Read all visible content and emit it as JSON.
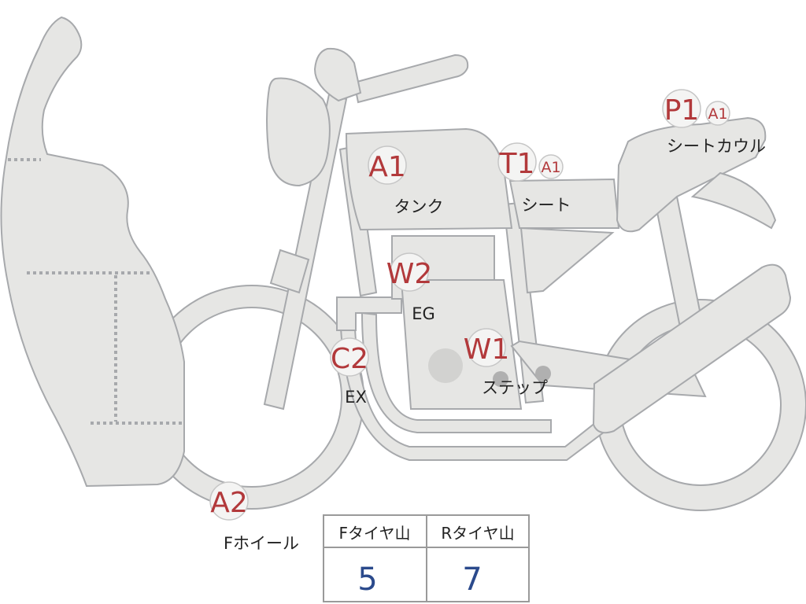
{
  "colors": {
    "part_fill": "#e6e6e4",
    "part_stroke": "#a7a9ac",
    "code_color": "#b2393b",
    "value_color": "#2b4a8c"
  },
  "markers": [
    {
      "id": "tank",
      "code": "A1",
      "sub": "",
      "label": "タンク"
    },
    {
      "id": "seat",
      "code": "T1",
      "sub": "A1",
      "label": "シート"
    },
    {
      "id": "seat-cowl",
      "code": "P1",
      "sub": "A1",
      "label": "シートカウル"
    },
    {
      "id": "engine",
      "code": "W2",
      "sub": "",
      "label": "EG"
    },
    {
      "id": "exhaust",
      "code": "C2",
      "sub": "",
      "label": "EX"
    },
    {
      "id": "step",
      "code": "W1",
      "sub": "",
      "label": "ステップ"
    },
    {
      "id": "front-wheel",
      "code": "A2",
      "sub": "",
      "label": "Fホイール"
    }
  ],
  "tire_table": {
    "front_header": "Fタイヤ山",
    "rear_header": "Rタイヤ山",
    "front_value": "5",
    "rear_value": "7"
  }
}
